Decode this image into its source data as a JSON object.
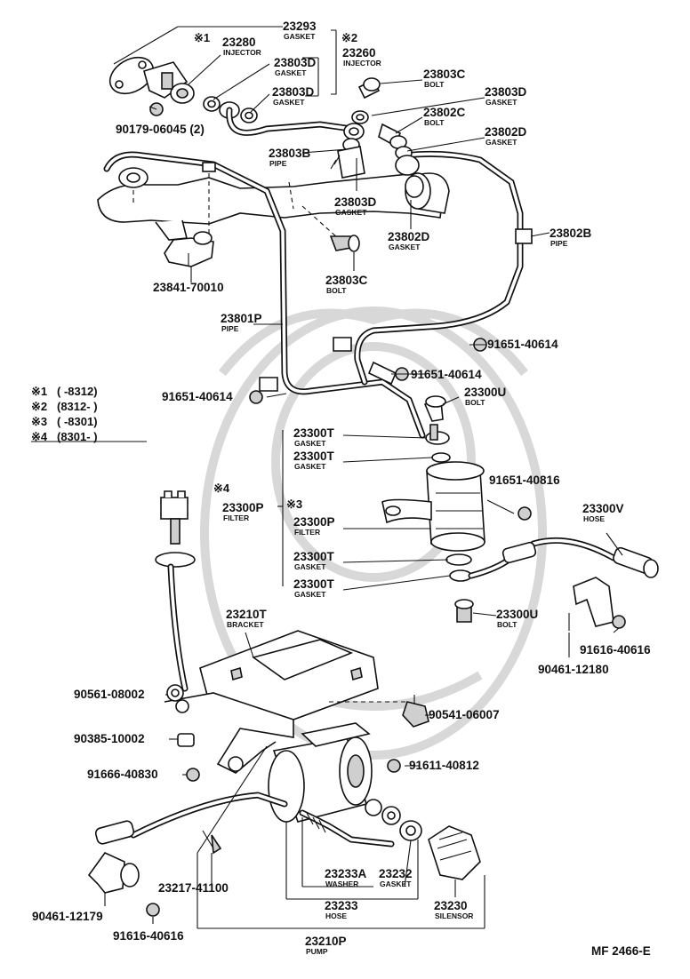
{
  "legend": {
    "notes": [
      {
        "mark": "※1",
        "range": "(        -8312)"
      },
      {
        "mark": "※2",
        "range": "(8312-        )"
      },
      {
        "mark": "※3",
        "range": "(        -8301)"
      },
      {
        "mark": "※4",
        "range": "(8301-        )"
      }
    ],
    "group_marks": {
      "m1": "※1",
      "m2": "※2",
      "m3": "※3",
      "m4": "※4"
    }
  },
  "labels": [
    {
      "id": "p23293",
      "number": "23293",
      "name": "GASKET"
    },
    {
      "id": "p23280",
      "number": "23280",
      "name": "INJECTOR"
    },
    {
      "id": "p23260",
      "number": "23260",
      "name": "INJECTOR"
    },
    {
      "id": "p23803d_a",
      "number": "23803D",
      "name": "GASKET"
    },
    {
      "id": "p23803d_b",
      "number": "23803D",
      "name": "GASKET"
    },
    {
      "id": "p23803c_a",
      "number": "23803C",
      "name": "BOLT"
    },
    {
      "id": "p23803d_c",
      "number": "23803D",
      "name": "GASKET"
    },
    {
      "id": "p23802c",
      "number": "23802C",
      "name": "BOLT"
    },
    {
      "id": "p23802d_a",
      "number": "23802D",
      "name": "GASKET"
    },
    {
      "id": "p90179",
      "number": "90179-06045 (2)",
      "name": ""
    },
    {
      "id": "p23803b",
      "number": "23803B",
      "name": "PIPE"
    },
    {
      "id": "p23803d_d",
      "number": "23803D",
      "name": "GASKET"
    },
    {
      "id": "p23802d_b",
      "number": "23802D",
      "name": "GASKET"
    },
    {
      "id": "p23802b",
      "number": "23802B",
      "name": "PIPE"
    },
    {
      "id": "p23803c_b",
      "number": "23803C",
      "name": "BOLT"
    },
    {
      "id": "p23841",
      "number": "23841-70010",
      "name": ""
    },
    {
      "id": "p23801p",
      "number": "23801P",
      "name": "PIPE"
    },
    {
      "id": "p91651_a",
      "number": "91651-40614",
      "name": ""
    },
    {
      "id": "p91651_b",
      "number": "91651-40614",
      "name": ""
    },
    {
      "id": "p91651_c",
      "number": "91651-40614",
      "name": ""
    },
    {
      "id": "p23300u_a",
      "number": "23300U",
      "name": "BOLT"
    },
    {
      "id": "p23300t_a",
      "number": "23300T",
      "name": "GASKET"
    },
    {
      "id": "p23300t_b",
      "number": "23300T",
      "name": "GASKET"
    },
    {
      "id": "p91651_40816",
      "number": "91651-40816",
      "name": ""
    },
    {
      "id": "p23300p_a",
      "number": "23300P",
      "name": "FILTER"
    },
    {
      "id": "p23300p_b",
      "number": "23300P",
      "name": "FILTER"
    },
    {
      "id": "p23300v",
      "number": "23300V",
      "name": "HOSE"
    },
    {
      "id": "p23300t_c",
      "number": "23300T",
      "name": "GASKET"
    },
    {
      "id": "p23300t_d",
      "number": "23300T",
      "name": "GASKET"
    },
    {
      "id": "p23300u_b",
      "number": "23300U",
      "name": "BOLT"
    },
    {
      "id": "p91616_a",
      "number": "91616-40616",
      "name": ""
    },
    {
      "id": "p90461_a",
      "number": "90461-12180",
      "name": ""
    },
    {
      "id": "p23210t",
      "number": "23210T",
      "name": "BRACKET"
    },
    {
      "id": "p90561",
      "number": "90561-08002",
      "name": ""
    },
    {
      "id": "p90541",
      "number": "90541-06007",
      "name": ""
    },
    {
      "id": "p90385",
      "number": "90385-10002",
      "name": ""
    },
    {
      "id": "p91611",
      "number": "91611-40812",
      "name": ""
    },
    {
      "id": "p91666",
      "number": "91666-40830",
      "name": ""
    },
    {
      "id": "p23217",
      "number": "23217-41100",
      "name": ""
    },
    {
      "id": "p23233a",
      "number": "23233A",
      "name": "WASHER"
    },
    {
      "id": "p23232",
      "number": "23232",
      "name": "GASKET"
    },
    {
      "id": "p23233",
      "number": "23233",
      "name": "HOSE"
    },
    {
      "id": "p23230",
      "number": "23230",
      "name": "SILENSOR"
    },
    {
      "id": "p90461_b",
      "number": "90461-12179",
      "name": ""
    },
    {
      "id": "p91616_b",
      "number": "91616-40616",
      "name": ""
    },
    {
      "id": "p23210p",
      "number": "23210P",
      "name": "PUMP"
    }
  ],
  "figure_code": "MF  2466-E"
}
